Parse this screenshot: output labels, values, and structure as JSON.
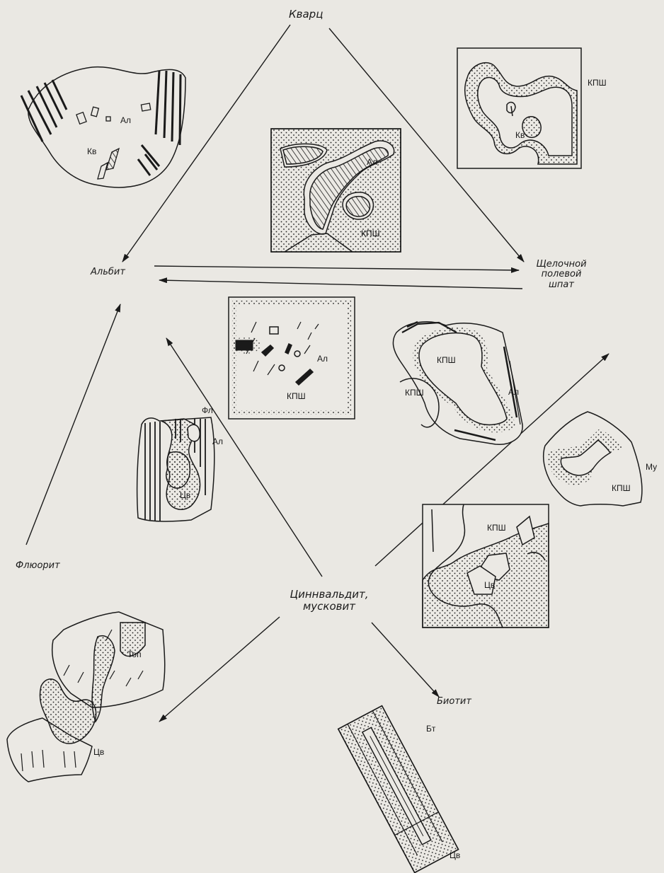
{
  "nodes": {
    "quartz": "Кварц",
    "albite": "Альбит",
    "kfs_line1": "Щелочной",
    "kfs_line2": "полевой",
    "kfs_line3": "шпат",
    "fluorite": "Флюорит",
    "zinn_line1": "Циннвальдит,",
    "zinn_line2": "мусковит",
    "biotite": "Биотит"
  },
  "sketch_labels": {
    "kv": "Кв",
    "al": "Ал",
    "kpsh": "КПШ",
    "fl": "Фл",
    "tsv": "Цв",
    "mu": "Му",
    "top": "Топ",
    "bt": "Бт"
  },
  "colors": {
    "ink": "#1a1a1a",
    "paper": "#eae8e3"
  }
}
